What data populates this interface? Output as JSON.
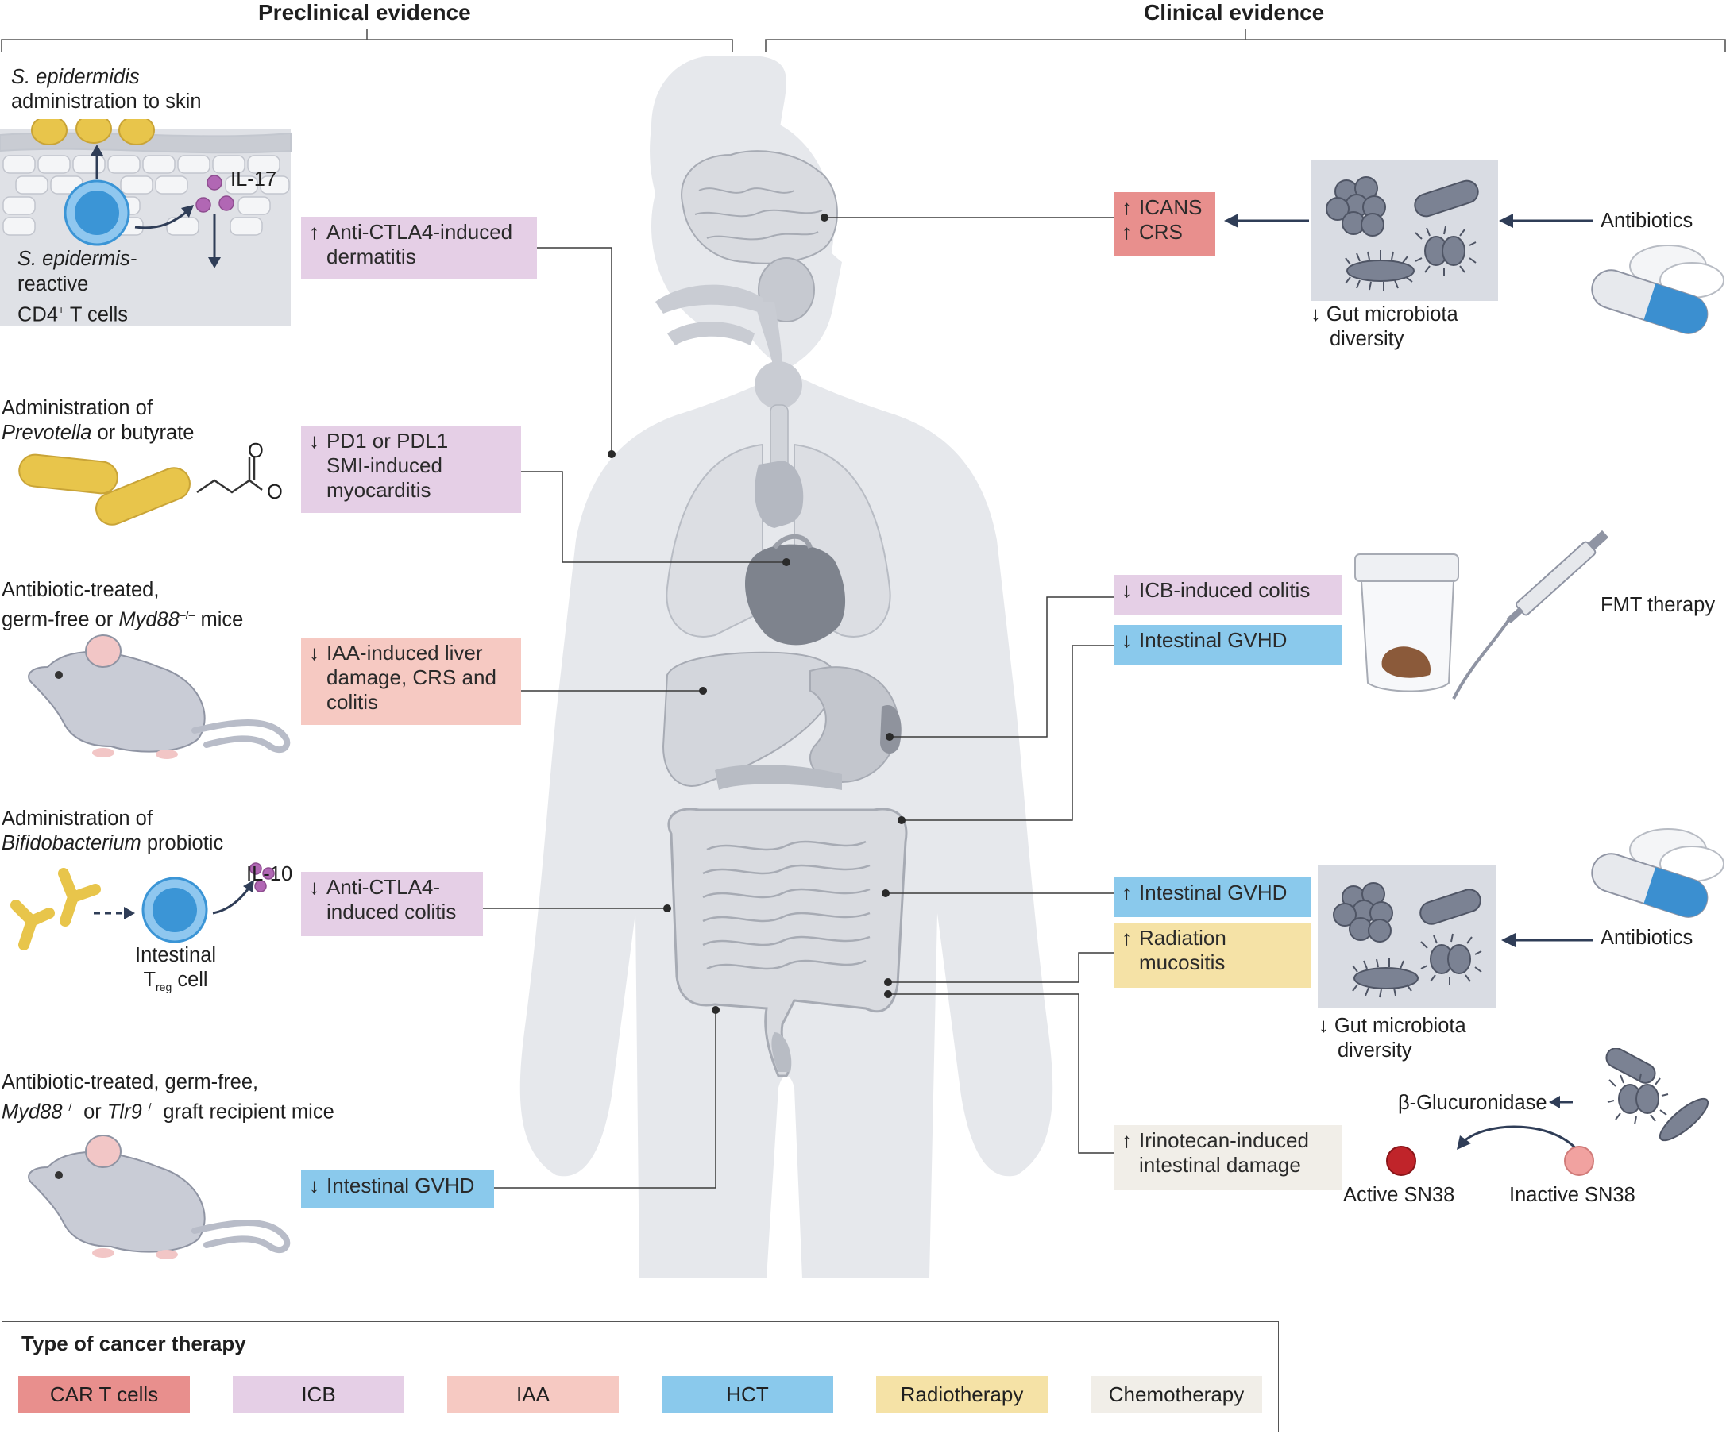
{
  "headers": {
    "preclinical": "Preclinical evidence",
    "clinical": "Clinical evidence"
  },
  "left": {
    "skin_title_italic": "S. epidermidis",
    "skin_title_rest": "administration to skin",
    "il17": "IL-17",
    "skin_cell_italic": "S. epidermis-",
    "skin_cell_line2": "reactive",
    "skin_cell_line3": "CD4",
    "skin_cell_sup": "+",
    "skin_cell_line3_rest": " T cells",
    "prev_line1": "Administration of",
    "prev_italic": "Prevotella",
    "prev_rest": " or butyrate",
    "butyrate_O1": "O",
    "butyrate_O2": "O",
    "mice1_line1": "Antibiotic-treated,",
    "mice1_line2a": "germ-free or ",
    "mice1_italic": "Myd88",
    "mice1_sup": "–/–",
    "mice1_line2b": " mice",
    "bifido_line1": "Administration of",
    "bifido_italic": "Bifidobacterium",
    "bifido_rest": " probiotic",
    "il10": "IL-10",
    "treg_line1": "Intestinal",
    "treg_T": "T",
    "treg_sub": "reg",
    "treg_rest": " cell",
    "mice2_line1": "Antibiotic-treated, germ-free,",
    "mice2_italic1": "Myd88",
    "mice2_sup1": "–/–",
    "mice2_or": " or ",
    "mice2_italic2": "Tlr9",
    "mice2_sup2": "–/–",
    "mice2_rest": " graft recipient mice"
  },
  "effects_left": [
    {
      "arrow": "↑",
      "lines": [
        "Anti-CTLA4-induced",
        "dermatitis"
      ],
      "therapy": "ICB"
    },
    {
      "arrow": "↓",
      "lines": [
        "PD1 or PDL1",
        "SMI-induced",
        "myocarditis"
      ],
      "therapy": "ICB"
    },
    {
      "arrow": "↓",
      "lines": [
        "IAA-induced liver",
        "damage, CRS and",
        "colitis"
      ],
      "therapy": "IAA"
    },
    {
      "arrow": "↓",
      "lines": [
        "Anti-CTLA4-",
        "induced colitis"
      ],
      "therapy": "ICB"
    },
    {
      "arrow": "↓",
      "lines": [
        "Intestinal GVHD"
      ],
      "therapy": "HCT"
    }
  ],
  "effects_right": [
    {
      "arrow": "↑",
      "lines": [
        "ICANS"
      ],
      "arrow2": "↑",
      "lines2": [
        "CRS"
      ],
      "therapy": "CAR T cells"
    },
    {
      "arrow": "↓",
      "lines": [
        "ICB-induced colitis"
      ],
      "therapy": "ICB"
    },
    {
      "arrow": "↓",
      "lines": [
        "Intestinal GVHD"
      ],
      "therapy": "HCT"
    },
    {
      "arrow": "↑",
      "lines": [
        "Intestinal GVHD"
      ],
      "therapy": "HCT"
    },
    {
      "arrow": "↑",
      "lines": [
        "Radiation",
        "mucositis"
      ],
      "therapy": "Radiotherapy"
    },
    {
      "arrow": "↑",
      "lines": [
        "Irinotecan-induced",
        "intestinal damage"
      ],
      "therapy": "Chemotherapy"
    }
  ],
  "right": {
    "antibiotics_1": "Antibiotics",
    "gut_div_1_l1": "↓ Gut microbiota",
    "gut_div_1_l2": "diversity",
    "fmt": "FMT therapy",
    "antibiotics_2": "Antibiotics",
    "gut_div_2_l1": "↓ Gut microbiota",
    "gut_div_2_l2": "diversity",
    "glucuronidase": "β-Glucuronidase",
    "active_sn38": "Active SN38",
    "inactive_sn38": "Inactive SN38"
  },
  "legend": {
    "title": "Type of cancer therapy",
    "items": [
      {
        "label": "CAR T cells",
        "color": "#e88f8d"
      },
      {
        "label": "ICB",
        "color": "#e5cfe6"
      },
      {
        "label": "IAA",
        "color": "#f6c9c2"
      },
      {
        "label": "HCT",
        "color": "#8ac9ec"
      },
      {
        "label": "Radiotherapy",
        "color": "#f5e2a6"
      },
      {
        "label": "Chemotherapy",
        "color": "#f1eee8"
      }
    ]
  },
  "colors": {
    "body_silhouette": "#e6e8ec",
    "organ": "#c9ccd3",
    "organ_dark": "#8f939d",
    "bacteria_yellow": "#e8c54b",
    "bacteria_gray": "#7b8293",
    "cell_blue": "#3b95d6",
    "arrow_navy": "#2f3d57"
  }
}
